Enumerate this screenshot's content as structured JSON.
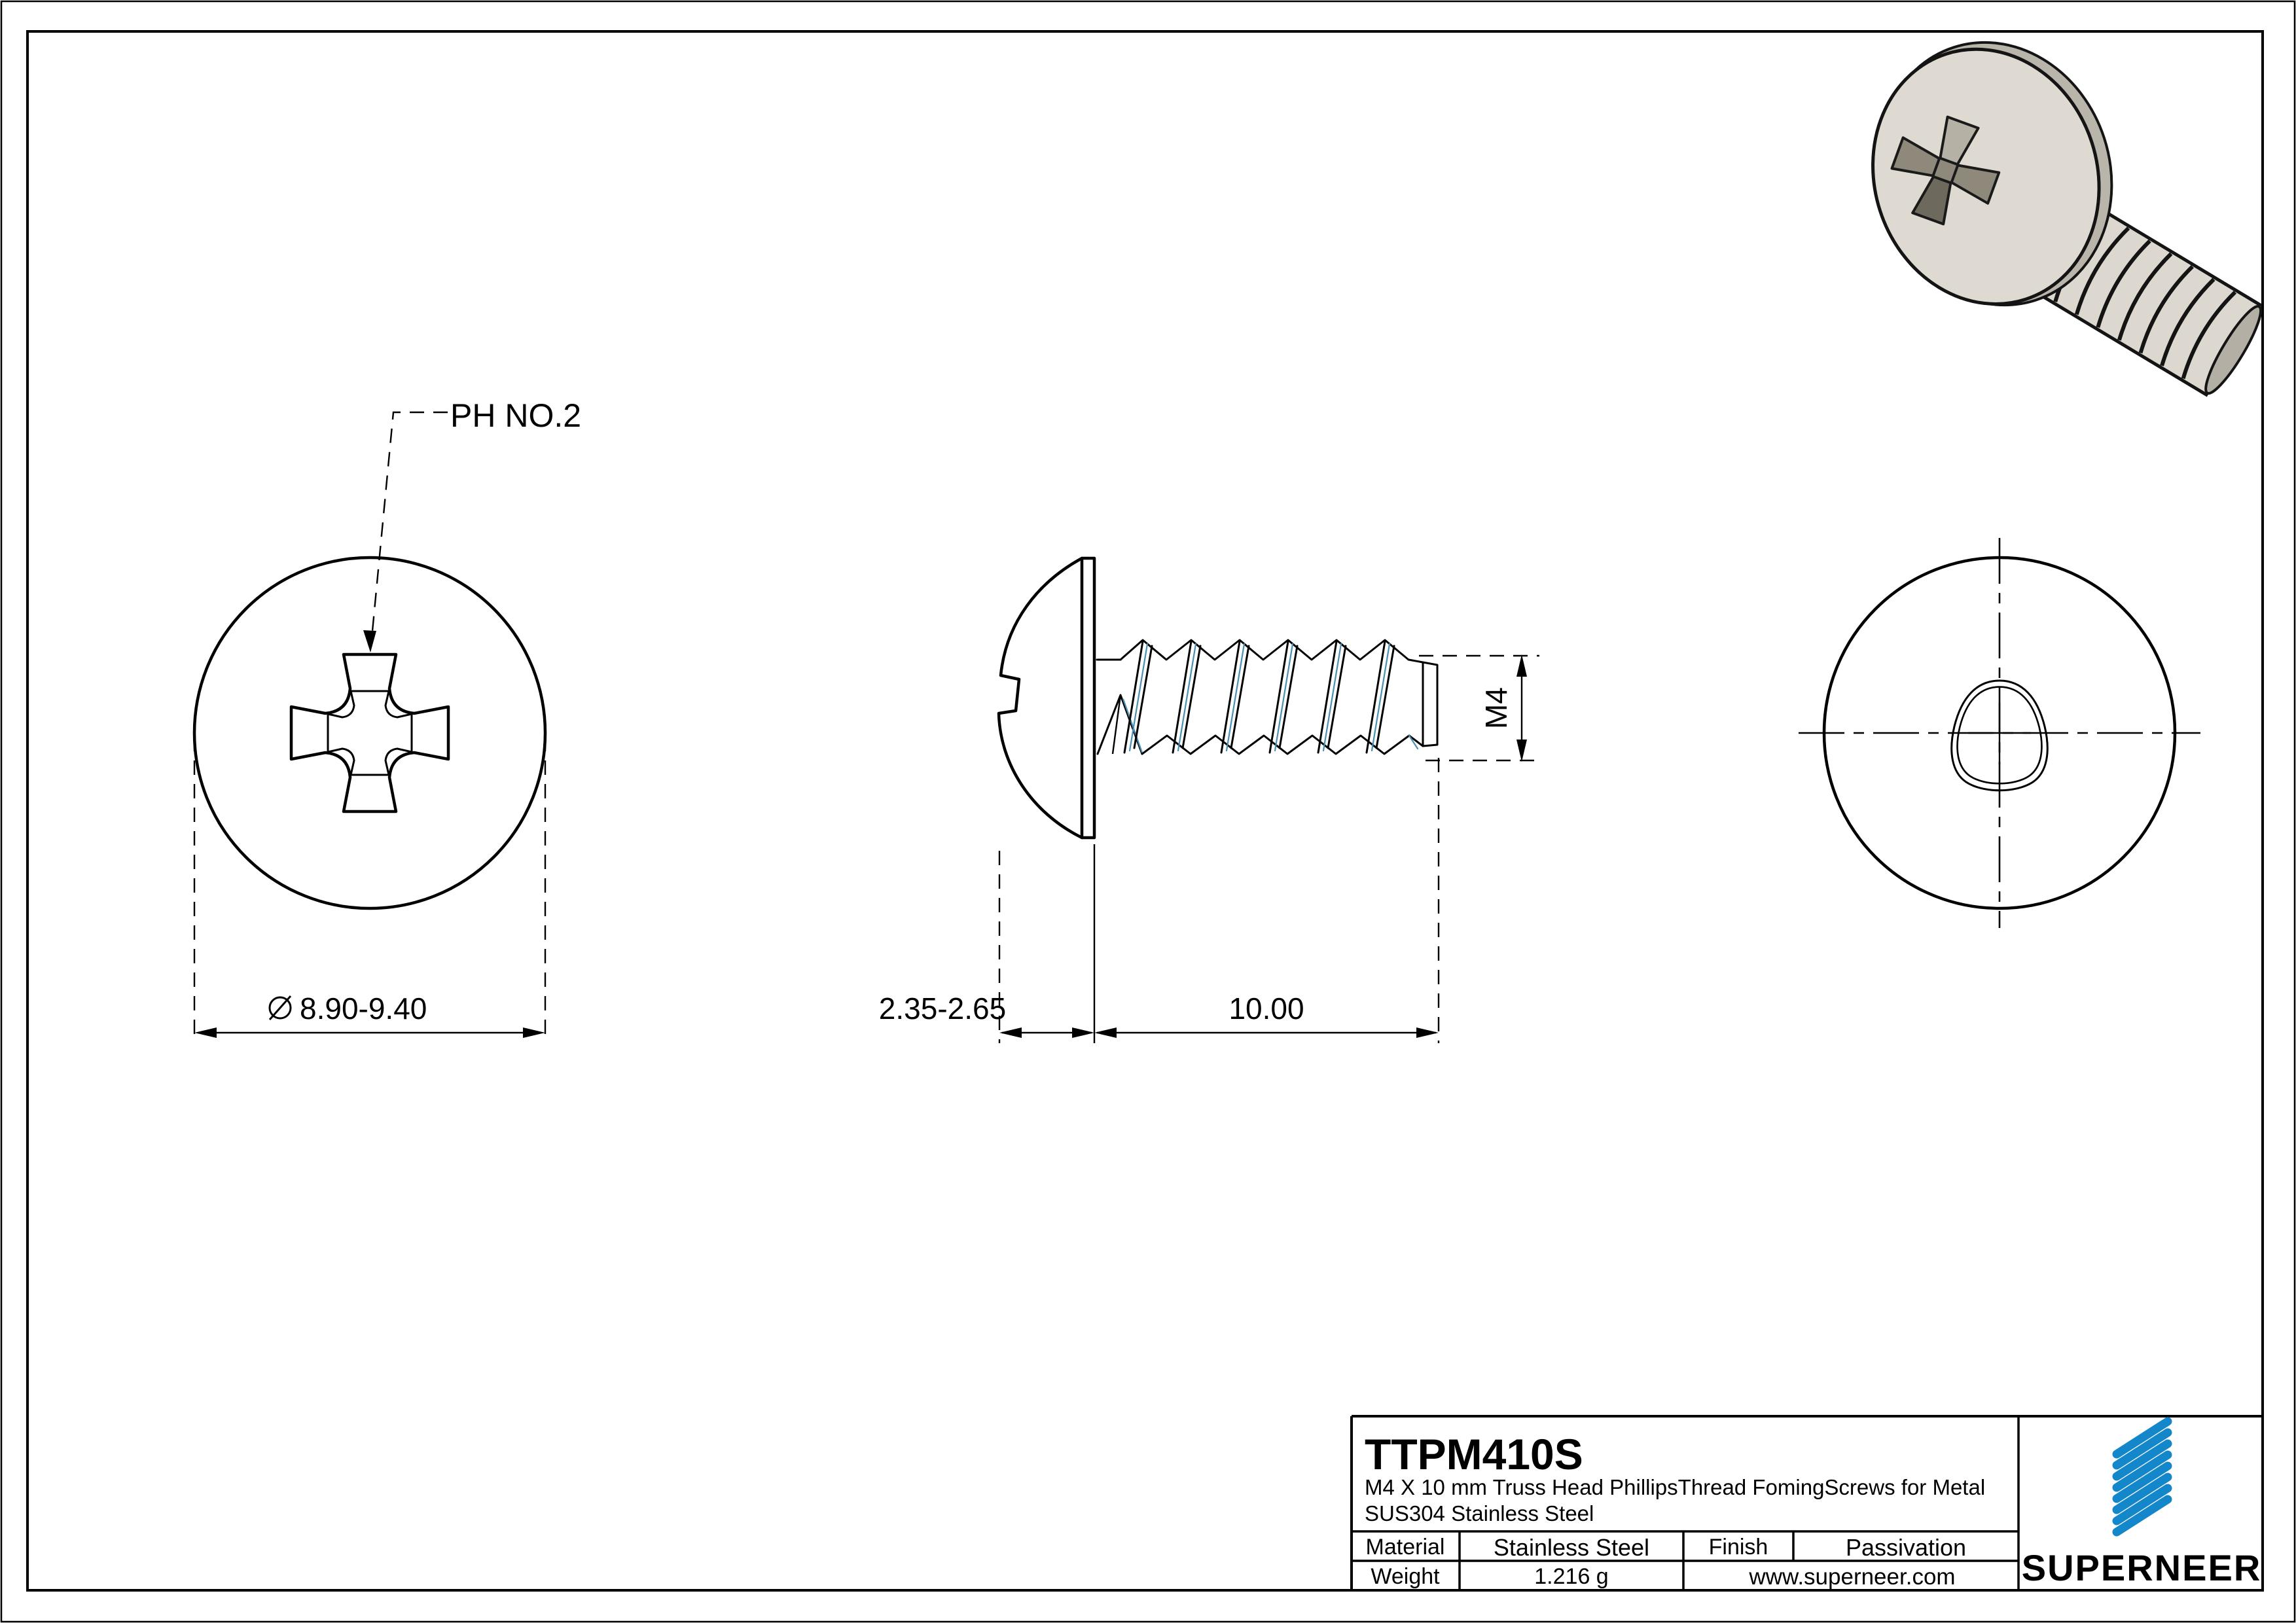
{
  "page": {
    "background": "#ffffff",
    "line_color": "#000000",
    "accent_blue": "#1487cb",
    "thread_accent_blue": "#4a8fb5",
    "render_body_color": "#dedad1",
    "render_recess_color": "#8e897b"
  },
  "front_view": {
    "recess_label": "PH NO.2",
    "diameter_label": "8.90-9.40"
  },
  "side_view": {
    "head_height_label": "2.35-2.65",
    "thread_length_label": "10.00",
    "thread_size_label": "M4"
  },
  "title_block": {
    "part_number": "TTPM410S",
    "description_line1": "M4 X 10 mm Truss Head PhillipsThread FomingScrews for Metal",
    "description_line2": "SUS304 Stainless Steel",
    "material_label": "Material",
    "material_value": "Stainless Steel",
    "finish_label": "Finish",
    "finish_value": "Passivation",
    "weight_label": "Weight",
    "weight_value": "1.216 g",
    "website": "www.superneer.com",
    "brand_name": "SUPERNEER"
  }
}
